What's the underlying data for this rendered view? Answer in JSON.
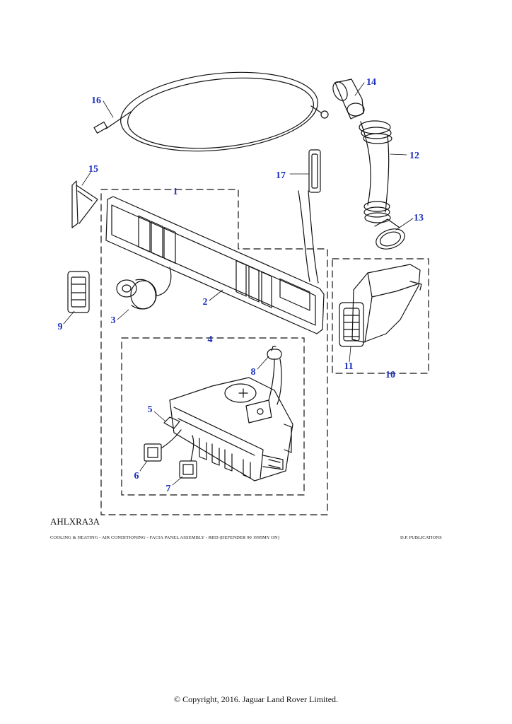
{
  "diagram": {
    "callouts": [
      {
        "id": "1",
        "text": "1"
      },
      {
        "id": "2",
        "text": "2"
      },
      {
        "id": "3",
        "text": "3"
      },
      {
        "id": "4",
        "text": "4"
      },
      {
        "id": "5",
        "text": "5"
      },
      {
        "id": "6",
        "text": "6"
      },
      {
        "id": "7",
        "text": "7"
      },
      {
        "id": "8",
        "text": "8"
      },
      {
        "id": "9",
        "text": "9"
      },
      {
        "id": "10",
        "text": "10"
      },
      {
        "id": "11",
        "text": "11"
      },
      {
        "id": "12",
        "text": "12"
      },
      {
        "id": "13",
        "text": "13"
      },
      {
        "id": "14",
        "text": "14"
      },
      {
        "id": "15",
        "text": "15"
      },
      {
        "id": "16",
        "text": "16"
      },
      {
        "id": "17",
        "text": "17"
      }
    ],
    "callout_color": "#1a2fbf"
  },
  "footer": {
    "reference": "AHLXRA3A",
    "caption": "COOLING & HEATING - AIR CONDITIONING - FACIA PANEL ASSEMBLY - RHD (DEFENDER 90 1995MY ON)",
    "publisher": "D.P. PUBLICATIONS",
    "copyright": "© Copyright, 2016. Jaguar Land Rover Limited."
  }
}
